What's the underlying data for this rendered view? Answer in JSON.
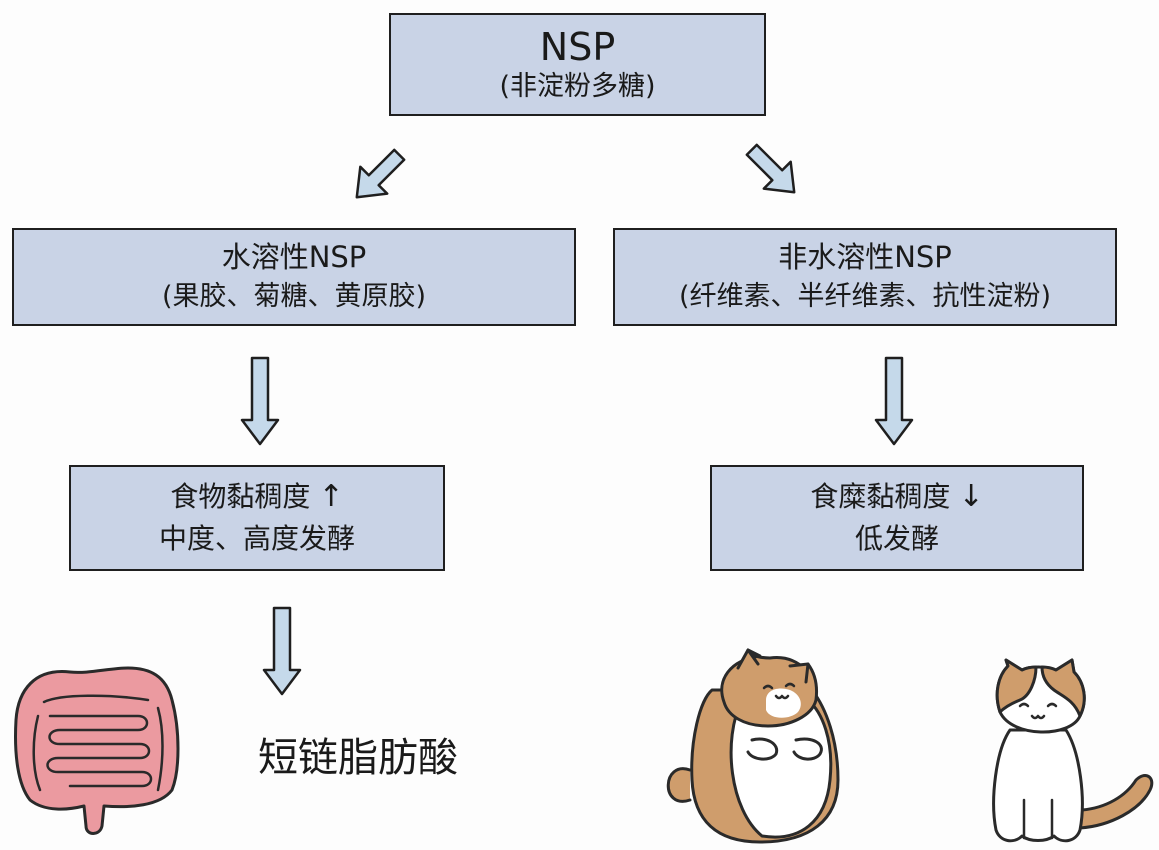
{
  "nodes": {
    "root": {
      "line1": "NSP",
      "line2": "(非淀粉多糖)"
    },
    "soluble": {
      "line1": "水溶性NSP",
      "line2": "(果胶、菊糖、黄原胶)"
    },
    "insoluble": {
      "line1": "非水溶性NSP",
      "line2": "(纤维素、半纤维素、抗性淀粉)"
    },
    "soluble_effect": {
      "line1": "食物黏稠度",
      "line1_arrow": "↑",
      "line2": "中度、高度发酵"
    },
    "insoluble_effect": {
      "line1": "食糜黏稠度",
      "line1_arrow": "↓",
      "line2": "低发酵"
    }
  },
  "result": {
    "label": "短链脂肪酸"
  },
  "colors": {
    "box_fill": "#c9d3e6",
    "arrow_fill": "#c5d9ea",
    "outline": "#1f1f1f",
    "intestine": "#eb9aa0",
    "cat_fur": "#cf9d6c"
  },
  "icons": [
    "intestine-illustration",
    "fat-cat-illustration",
    "slim-cat-illustration"
  ]
}
